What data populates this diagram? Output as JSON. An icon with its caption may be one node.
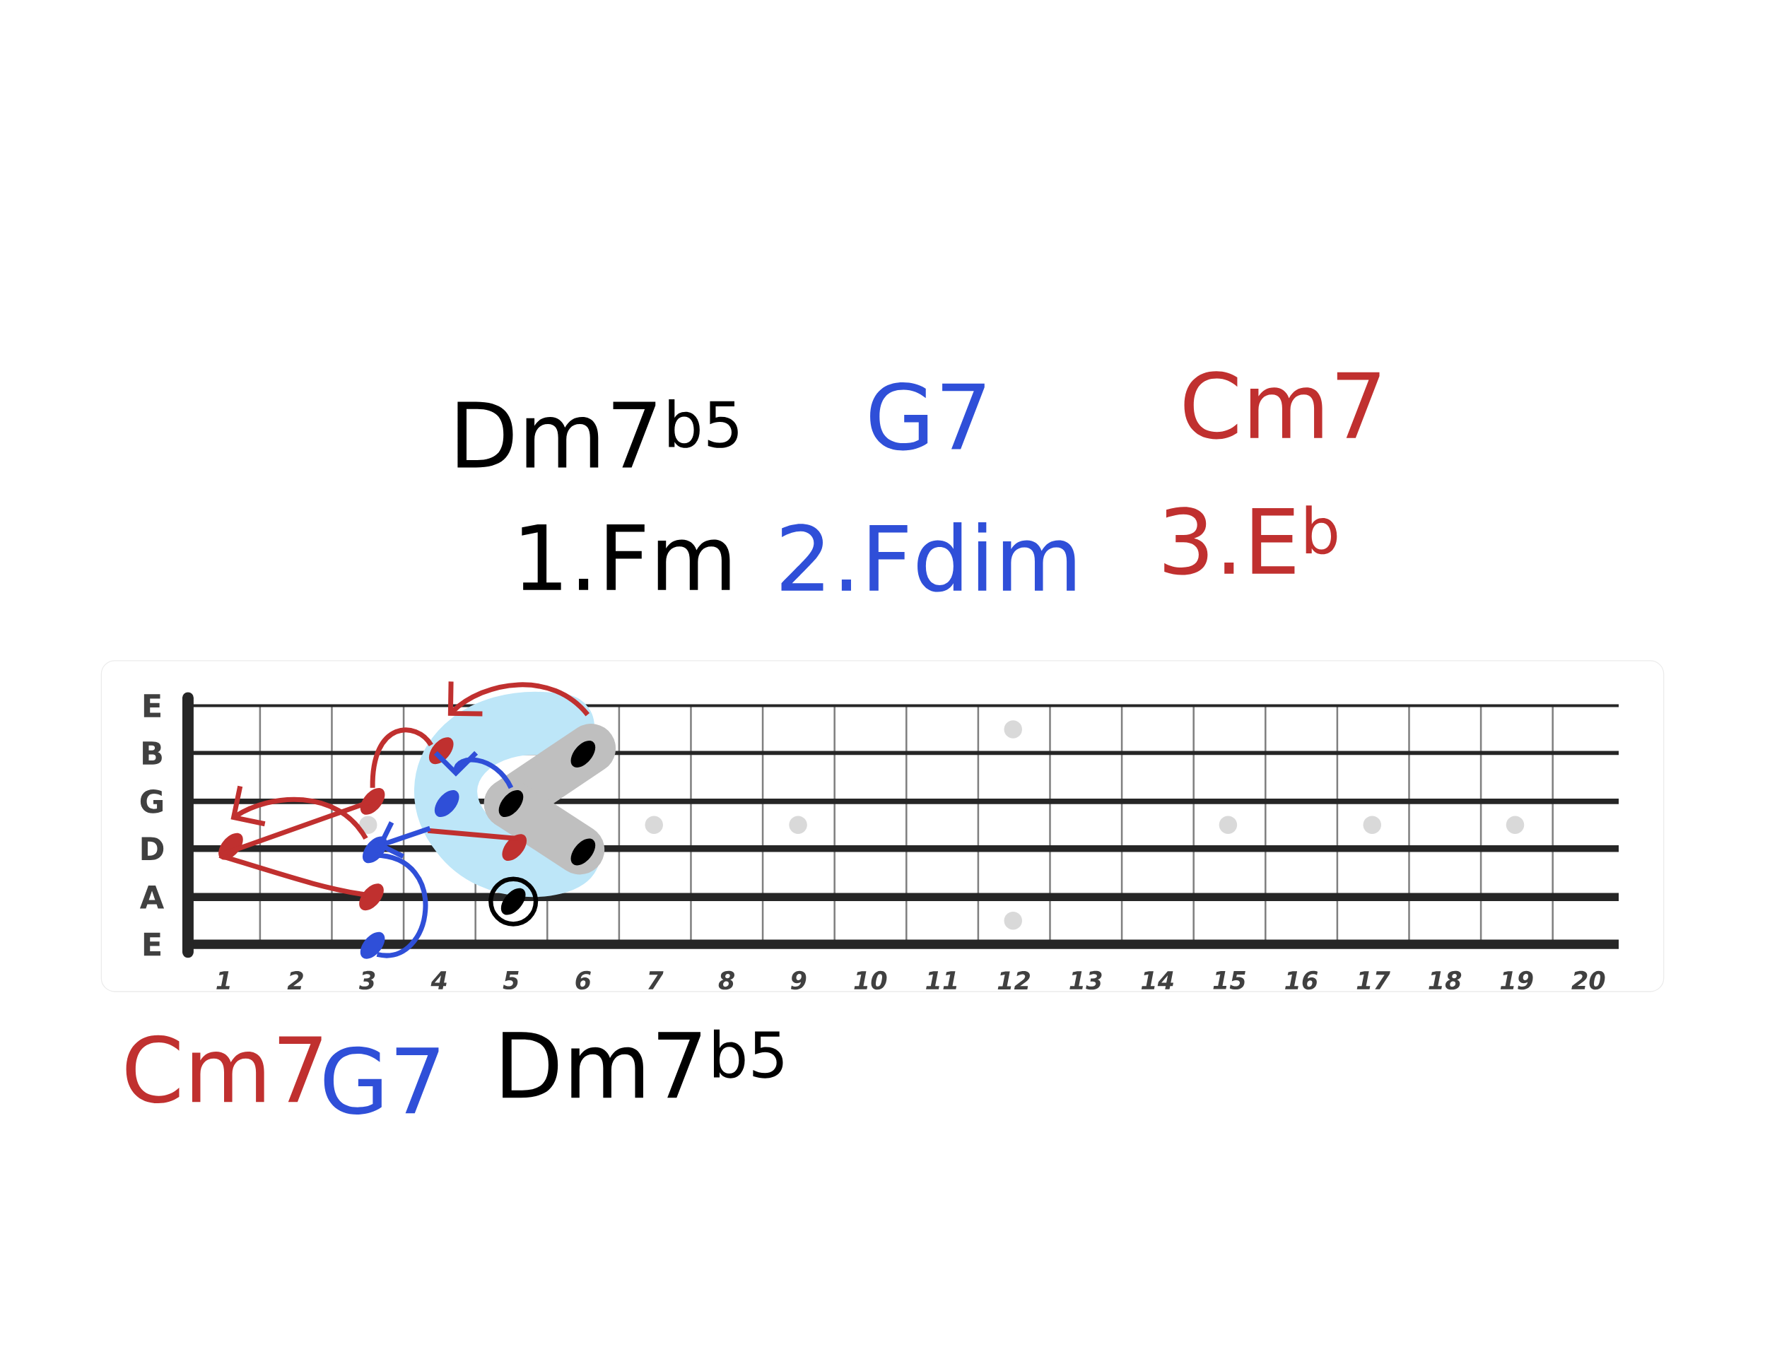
{
  "diagram": {
    "labels": [
      "Dm7$^{b5}$",
      "G7",
      "Cm7",
      "1.Fm",
      "2.Fdim",
      "3.E$^{b}$",
      "E",
      "B",
      "G",
      "D",
      "A",
      "E",
      "1",
      "2",
      "3",
      "4",
      "5",
      "6",
      "7",
      "8",
      "9",
      "10",
      "11",
      "12",
      "13",
      "14",
      "15",
      "16",
      "17",
      "18",
      "19",
      "20",
      "Cm7",
      "G7",
      "Dm7$^{b5}$"
    ]
  }
}
